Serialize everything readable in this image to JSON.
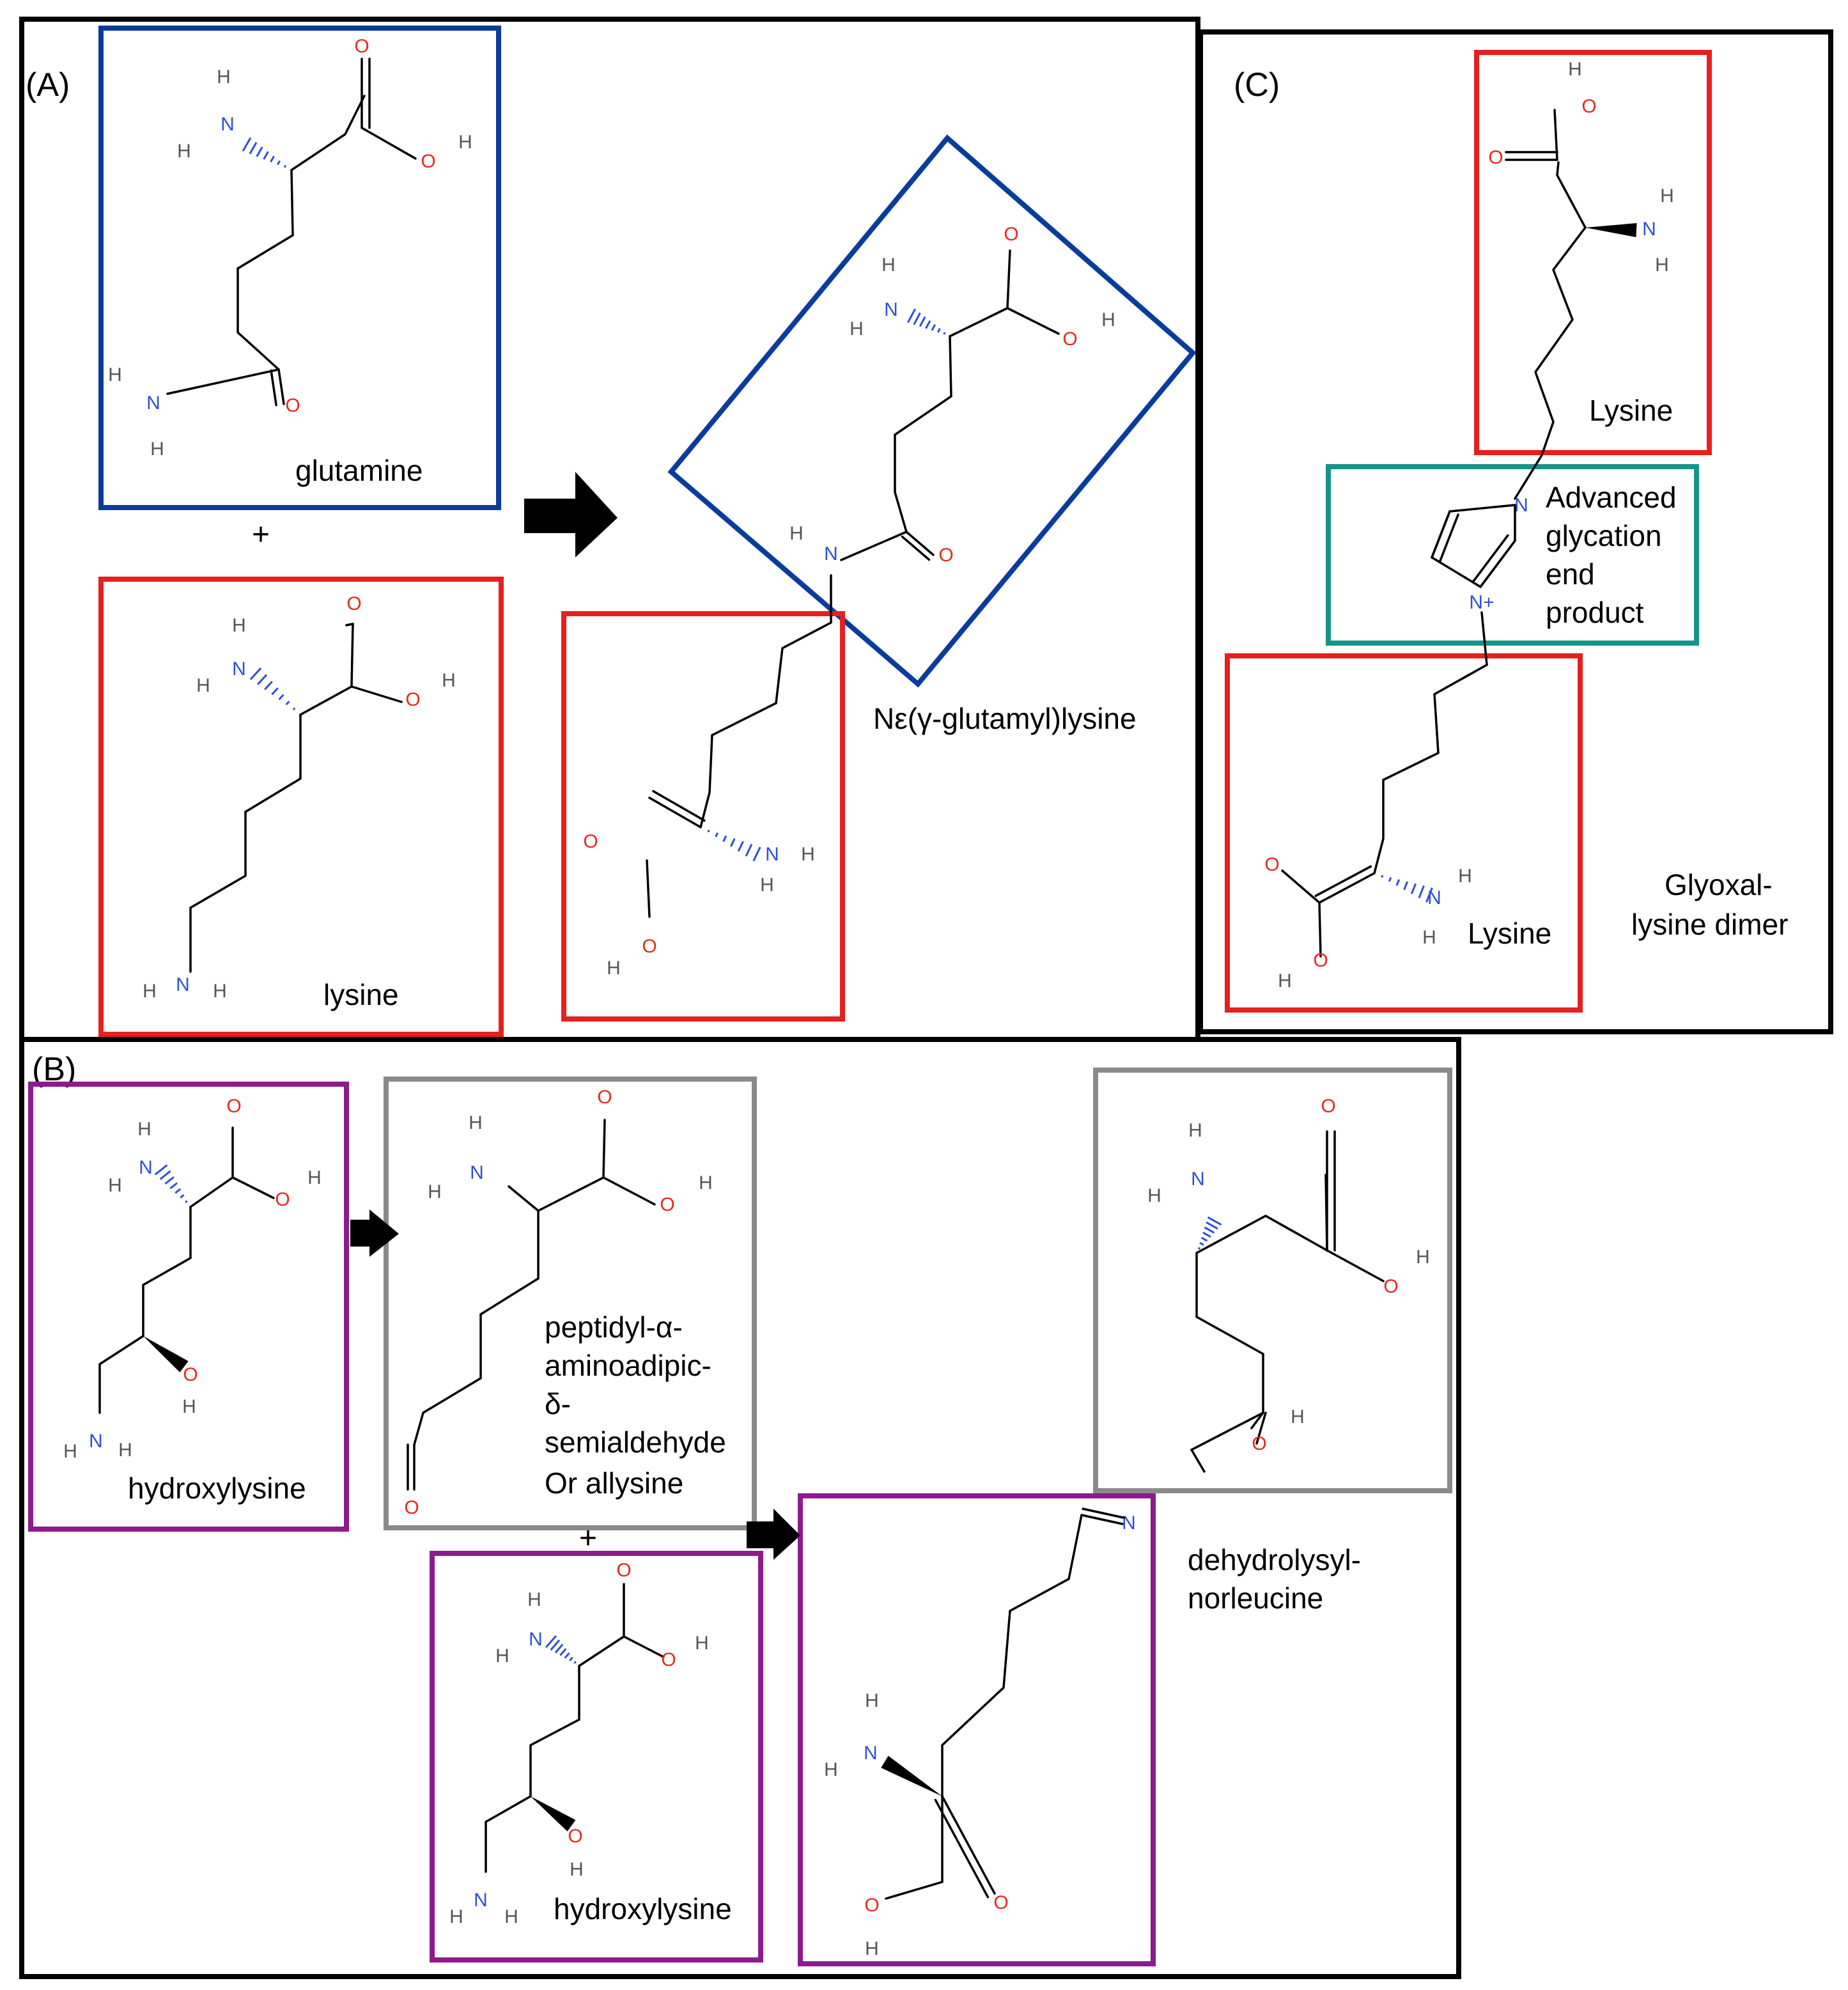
{
  "panels": {
    "A": "(A)",
    "B": "(B)",
    "C": "(C)"
  },
  "panel_a": {
    "glutamine": "glutamine",
    "plus": "+",
    "lysine": "lysine",
    "product": "Nε(γ-glutamyl)lysine"
  },
  "panel_b": {
    "hydroxylysine_1": "hydroxylysine",
    "intermediate_lines": [
      "peptidyl-α-",
      "aminoadipic-",
      "δ-",
      "semialdehyde",
      "Or allysine"
    ],
    "plus": "+",
    "hydroxylysine_2": "hydroxylysine",
    "product_lines": [
      "dehydrolysyl-",
      "norleucine"
    ]
  },
  "panel_c": {
    "lysine_top": "Lysine",
    "age_lines": [
      "Advanced",
      "glycation",
      "end",
      "product"
    ],
    "lysine_bottom": "Lysine",
    "dimer_lines": [
      "Glyoxal-",
      "lysine dimer"
    ]
  },
  "atoms": {
    "H": "H",
    "N": "N",
    "O": "O",
    "Nplus": "N+"
  },
  "colors": {
    "blue_box": "#0a3c9e",
    "red_box": "#e5201f",
    "gray_box": "#8a8a8a",
    "purple_box": "#8e1a8c",
    "teal_box": "#17948a",
    "nitrogen": "#2f4fd6",
    "oxygen": "#e8281c",
    "hydrogen": "#555555"
  }
}
